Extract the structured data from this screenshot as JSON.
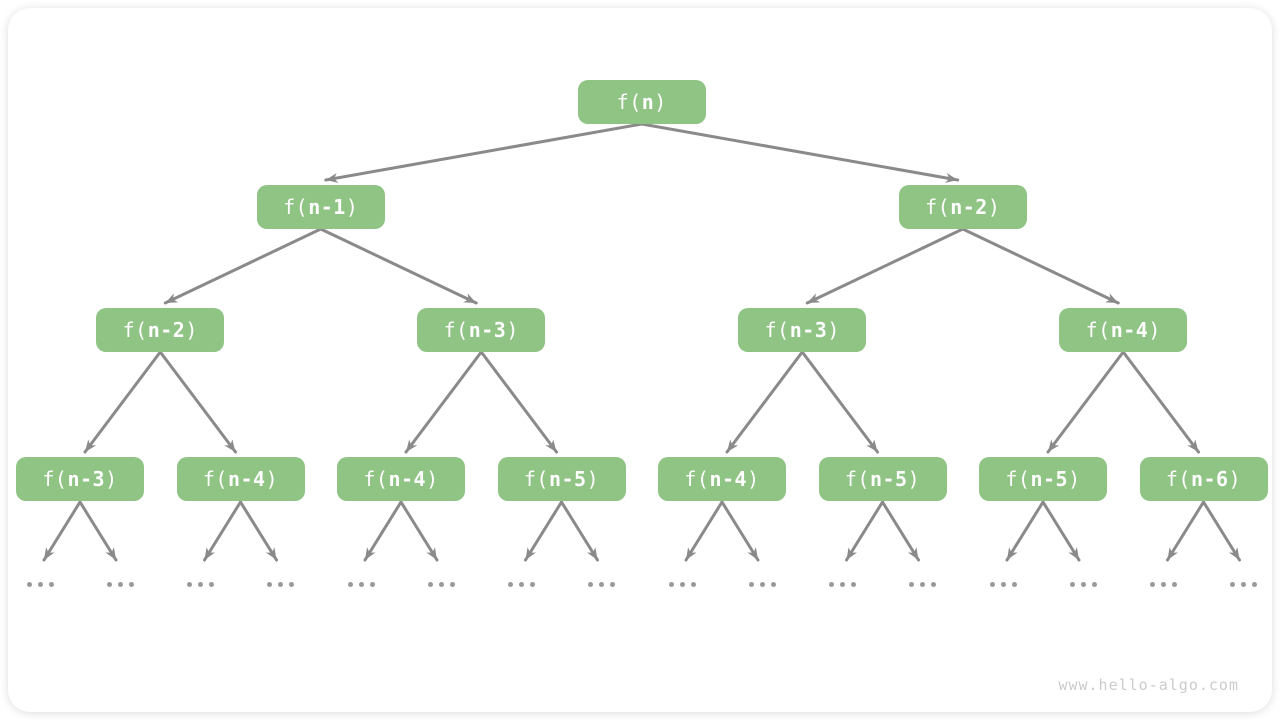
{
  "diagram": {
    "description": "recursion-tree",
    "levels": [
      {
        "nodes": [
          {
            "pre": "f(",
            "arg": "n",
            "post": ")"
          }
        ]
      },
      {
        "nodes": [
          {
            "pre": "f(",
            "arg": "n-1",
            "post": ")"
          },
          {
            "pre": "f(",
            "arg": "n-2",
            "post": ")"
          }
        ]
      },
      {
        "nodes": [
          {
            "pre": "f(",
            "arg": "n-2",
            "post": ")"
          },
          {
            "pre": "f(",
            "arg": "n-3",
            "post": ")"
          },
          {
            "pre": "f(",
            "arg": "n-3",
            "post": ")"
          },
          {
            "pre": "f(",
            "arg": "n-4",
            "post": ")"
          }
        ]
      },
      {
        "nodes": [
          {
            "pre": "f(",
            "arg": "n-3",
            "post": ")"
          },
          {
            "pre": "f(",
            "arg": "n-4",
            "post": ")"
          },
          {
            "pre": "f(",
            "arg": "n-4",
            "post": ")"
          },
          {
            "pre": "f(",
            "arg": "n-5",
            "post": ")"
          },
          {
            "pre": "f(",
            "arg": "n-4",
            "post": ")"
          },
          {
            "pre": "f(",
            "arg": "n-5",
            "post": ")"
          },
          {
            "pre": "f(",
            "arg": "n-5",
            "post": ")"
          },
          {
            "pre": "f(",
            "arg": "n-6",
            "post": ")"
          }
        ]
      }
    ],
    "ellipsis": "...",
    "colors": {
      "node_fill": "#8FC485",
      "node_text": "#FFFFFF",
      "arrow": "#8A8A8A",
      "dots": "#999999",
      "watermark": "#CBCBCB"
    }
  },
  "watermark": "www.hello-algo.com"
}
